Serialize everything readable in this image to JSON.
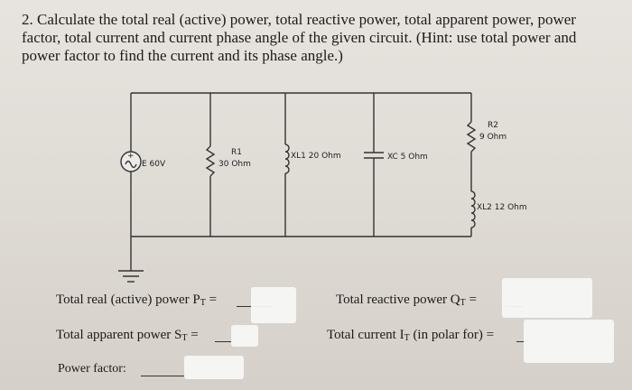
{
  "question": {
    "text": "2. Calculate the total real (active) power, total reactive power, total apparent power, power factor, total current and current phase angle of the given circuit. (Hint: use total power and power factor to find the current and its phase angle.)"
  },
  "circuit": {
    "source_label": "E 60V",
    "source_symbol": "+",
    "r1_name": "R1",
    "r1_value": "30 Ohm",
    "xl1_label": "XL1 20 Ohm",
    "xc_label": "XC 5 Ohm",
    "r2_name": "R2",
    "r2_value": "9 Ohm",
    "xl2_label": "XL2 12 Ohm"
  },
  "answers": {
    "real_power_label": "Total real (active) power P",
    "real_power_sub": "T",
    "reactive_power_label": "Total reactive power Q",
    "reactive_power_sub": "T",
    "apparent_power_label": "Total apparent power S",
    "apparent_power_sub": "T",
    "current_label": "Total current I",
    "current_sub": "T",
    "current_suffix": "(in polar for)",
    "equals": "=",
    "power_factor_label": "Power factor:"
  }
}
